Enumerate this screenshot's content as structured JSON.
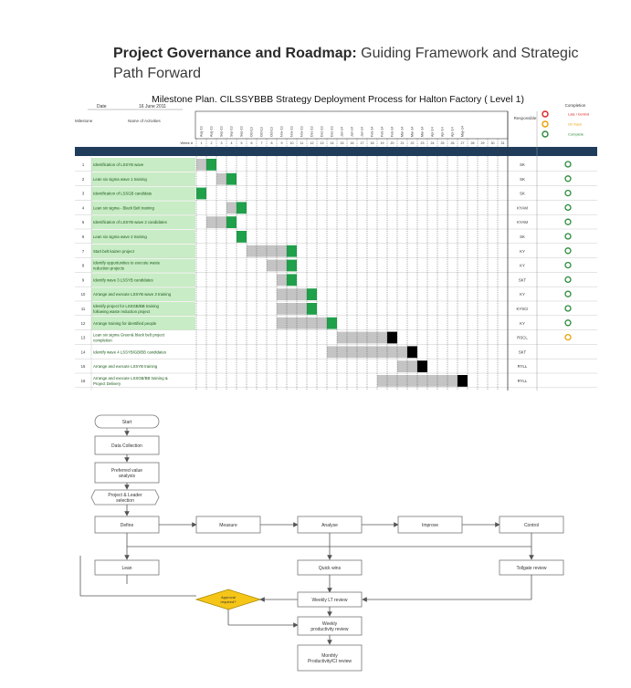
{
  "header": {
    "title_bold": "Project Governance and Roadmap:",
    "title_rest": " Guiding Framework and Strategic Path Forward"
  },
  "gantt": {
    "plan_title": "Milestone Plan. CILSSYBBB Strategy Deployment Process for Halton Factory ( Level 1)",
    "date_label": "Date",
    "date_value": "16 June 2011",
    "col_milestone": "Milestone",
    "col_name": "Name of Activities",
    "col_responsible": "Responsible",
    "week_header": "Week #",
    "week_numbers": [
      "1",
      "2",
      "3",
      "4",
      "5",
      "6",
      "7",
      "8",
      "9",
      "10",
      "11",
      "12",
      "13",
      "14",
      "15",
      "16",
      "17",
      "18",
      "19",
      "20",
      "21",
      "22",
      "23",
      "24",
      "25",
      "26",
      "27",
      "28",
      "29",
      "30",
      "31"
    ],
    "month_labels": [
      "Aug-13",
      "Aug-13",
      "Sep-13",
      "Sep-13",
      "Sep-13",
      "Oct-13",
      "Oct-13",
      "Oct-13",
      "Nov-13",
      "Nov-13",
      "Nov-13",
      "Dec-13",
      "Dec-13",
      "Dec-13",
      "Jan-14",
      "Jan-14",
      "Jan-14",
      "Feb-14",
      "Feb-14",
      "Feb-14",
      "Mar-14",
      "Mar-14",
      "Mar-14",
      "Apr-14",
      "Apr-14",
      "Apr-14",
      "May-14"
    ],
    "legend": {
      "title": "Completion",
      "items": [
        {
          "symbol": "red",
          "label": "Late / behind"
        },
        {
          "symbol": "orange",
          "label": "On track"
        },
        {
          "symbol": "green",
          "label": "Complete"
        }
      ]
    },
    "rows": [
      {
        "num": "1",
        "name": "Identification of LSSYB wave",
        "resp": "SK",
        "status": "green"
      },
      {
        "num": "2",
        "name": "Lean six sigma wave 1 training",
        "resp": "SK",
        "status": "green"
      },
      {
        "num": "3",
        "name": "Identification of LSSGB candidate",
        "resp": "SK",
        "status": "green"
      },
      {
        "num": "4",
        "name": "Lean six sigma - Black Belt training",
        "resp": "KYAM",
        "status": "green"
      },
      {
        "num": "5",
        "name": "Identification of LSSYB wave 2 candidates",
        "resp": "KYAM",
        "status": "green"
      },
      {
        "num": "6",
        "name": "Lean six sigma wave 2 training",
        "resp": "SK",
        "status": "green"
      },
      {
        "num": "7",
        "name": "Start belt kaizen project",
        "resp": "KY",
        "status": "green"
      },
      {
        "num": "8",
        "name": "Identify opportunities to execute waste reduction projects",
        "resp": "KY",
        "status": "green"
      },
      {
        "num": "9",
        "name": "Identify wave 3 LSSYB candidates",
        "resp": "SKT",
        "status": "green"
      },
      {
        "num": "10",
        "name": "Arrange and execute LSSYB wave 3 training",
        "resp": "KY",
        "status": "green"
      },
      {
        "num": "11",
        "name": "Identify project for LSSGB/BB training following waste reduction project",
        "resp": "KYSCI",
        "status": "green"
      },
      {
        "num": "12",
        "name": "Arrange training for identified people",
        "resp": "KY",
        "status": "green"
      },
      {
        "num": "13",
        "name": "Lean six sigma Green& black belt project completion",
        "resp": "RSCL",
        "status": "orange"
      },
      {
        "num": "14",
        "name": "Identify wave 4 LSSYB/GB/BB candidates",
        "resp": "SKT",
        "status": ""
      },
      {
        "num": "15",
        "name": "Arrange and execute LSSYB training",
        "resp": "RYLL",
        "status": ""
      },
      {
        "num": "16",
        "name": "Arrange and execute LSSGB/BB training & Project Delivery",
        "resp": "RYLL",
        "status": ""
      }
    ]
  },
  "flow": {
    "start": "Start",
    "data_collection": "Data Collection",
    "pm_data": "Preferred value analysis",
    "selection": "Project & Leader selection",
    "define": "Define",
    "measure": "Measure",
    "analyse": "Analyse",
    "improve": "Improve",
    "control": "Control",
    "lean": "Lean",
    "quick_wins": "Quick wins",
    "tollgate": "Tollgate review",
    "decision": "Approval required?",
    "weekly_review": "Weekly LT review",
    "weekly_productivity": "Weekly productivity review",
    "monthly": "Monthly Productivity/CI review"
  }
}
